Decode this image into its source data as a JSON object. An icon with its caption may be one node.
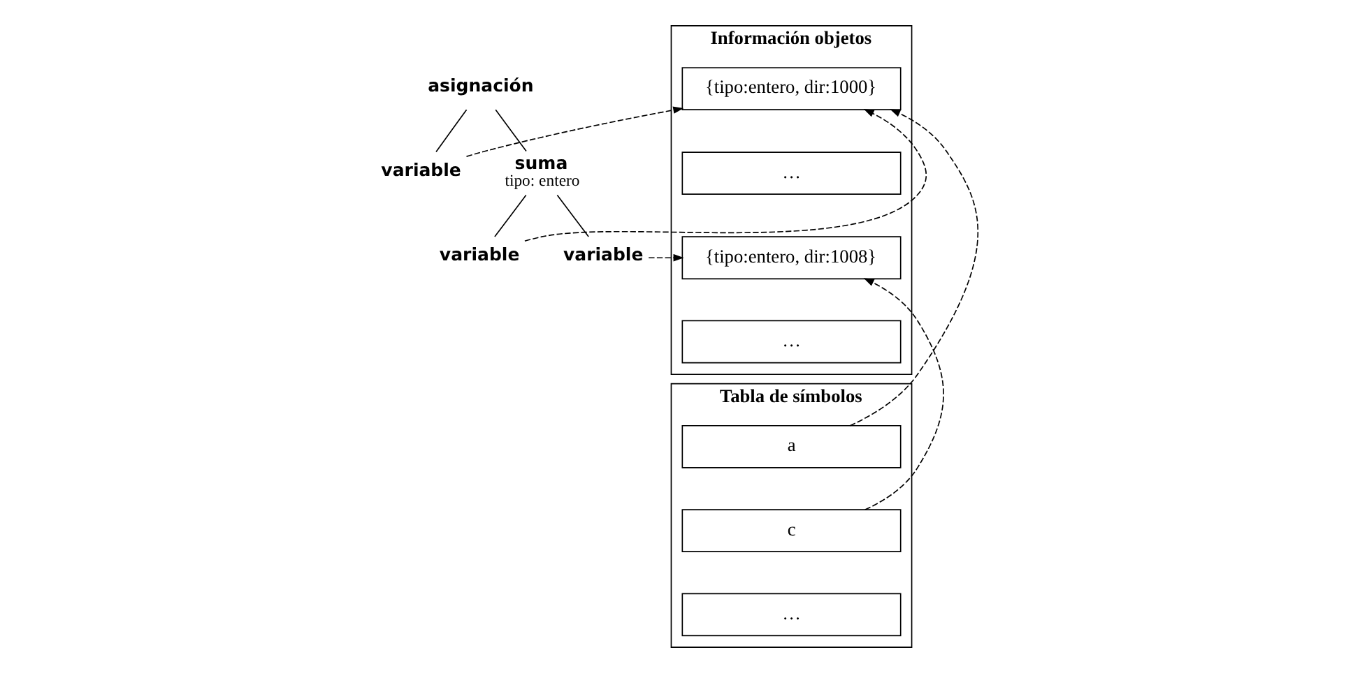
{
  "diagram": {
    "nodes": [
      {
        "text": [
          "asignación"
        ]
      },
      {
        "text": [
          "variable"
        ]
      },
      {
        "text": [
          "suma",
          "tipo: entero"
        ]
      },
      {
        "text": [
          "variable"
        ]
      },
      {
        "text": [
          "variable"
        ]
      },
      {
        "text": [
          "Información objetos"
        ]
      },
      {
        "text": [
          "{tipo:entero, dir:1000}"
        ],
        "in": 5
      },
      {
        "text": [
          "…"
        ],
        "in": 5
      },
      {
        "text": [
          "{tipo:entero, dir:1008}"
        ],
        "in": 5
      },
      {
        "text": [
          "…"
        ],
        "in": 5
      },
      {
        "text": [
          "Tabla de símbolos"
        ]
      },
      {
        "text": [
          "a"
        ],
        "in": 10
      },
      {
        "text": [
          "c"
        ],
        "in": 10
      },
      {
        "text": [
          "…"
        ],
        "in": 10
      }
    ],
    "edges": [
      {
        "from": 0,
        "to": 1,
        "arrow": "none"
      },
      {
        "from": 0,
        "to": 2,
        "arrow": "none"
      },
      {
        "from": 2,
        "to": 3,
        "arrow": "none"
      },
      {
        "from": 2,
        "to": 4,
        "arrow": "none"
      },
      {
        "from": 1,
        "to": 6,
        "arrow": "to",
        "style": "dashed"
      },
      {
        "from": 3,
        "to": 6,
        "arrow": "to",
        "style": "dashed"
      },
      {
        "from": 4,
        "to": 8,
        "arrow": "to",
        "style": "dashed"
      },
      {
        "from": 11,
        "to": 6,
        "arrow": "to",
        "style": "dashed"
      },
      {
        "from": 12,
        "to": 8,
        "arrow": "to",
        "style": "dashed"
      }
    ]
  }
}
